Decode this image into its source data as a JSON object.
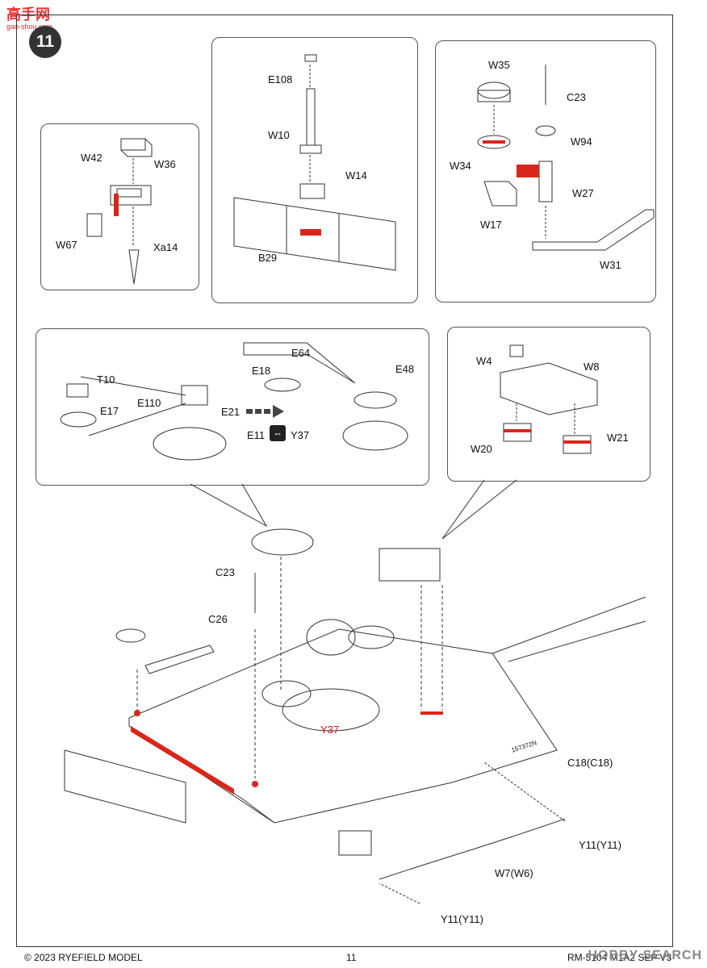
{
  "watermark": {
    "logo_main": "高手网",
    "logo_url": "gao-shou.com",
    "bottom_right": "HOBBY SEARCH"
  },
  "step": "11",
  "panel_a": {
    "W42": "W42",
    "W36": "W36",
    "W67": "W67",
    "Xa14": "Xa14"
  },
  "panel_b": {
    "E108": "E108",
    "W10": "W10",
    "W14": "W14",
    "B29": "B29"
  },
  "panel_c": {
    "W35": "W35",
    "C23": "C23",
    "W94": "W94",
    "W34": "W34",
    "W27": "W27",
    "W17": "W17",
    "W31": "W31"
  },
  "panel_d": {
    "E64": "E64",
    "E18": "E18",
    "E48": "E48",
    "T10": "T10",
    "E17": "E17",
    "E110": "E110",
    "E21": "E21",
    "E11": "E11",
    "Y37": "Y37"
  },
  "panel_e": {
    "W4": "W4",
    "W8": "W8",
    "W20": "W20",
    "W21": "W21"
  },
  "main": {
    "C23": "C23",
    "C26": "C26",
    "Y37": "Y37",
    "C18": "C18(C18)",
    "Y11a": "Y11(Y11)",
    "W7": "W7(W6)",
    "Y11b": "Y11(Y11)",
    "hull_marking": "157372N"
  },
  "footer": {
    "copyright": "© 2023 RYEFIELD MODEL",
    "page": "11",
    "code": "RM-5104 M1A2 SEP V3"
  },
  "colors": {
    "highlight": "#d9261c",
    "line": "#333333"
  }
}
